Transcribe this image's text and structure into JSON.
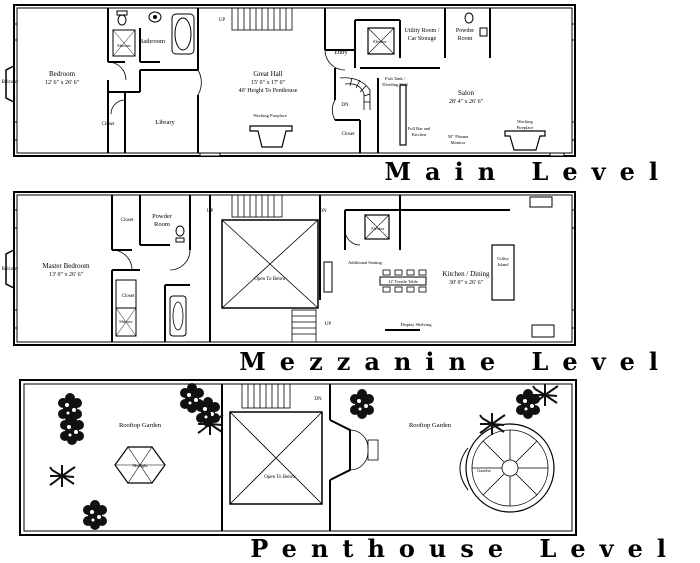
{
  "main_level": {
    "title": "Main Level",
    "rooms": {
      "balcony": "Balcony",
      "bedroom_name": "Bedroom",
      "bedroom_dims": "12' 6\" x 26' 6\"",
      "bathroom": "Bathroom",
      "shower": "Shower",
      "closet_1": "Closet",
      "library": "Library",
      "up": "UP",
      "great_hall_name": "Great Hall",
      "great_hall_dims": "15' 0\" x 17' 0\"",
      "great_hall_note": "40' Height To Penthouse",
      "working_fireplace_1": "Working Fireplace",
      "entry": "Entry",
      "elevator": "Elevator",
      "utility_room_1": "Utility Room /",
      "utility_room_2": "Car Storage",
      "powder_room_1": "Powder",
      "powder_room_2": "Room",
      "fish_tank_1": "Fish Tank /",
      "fish_tank_2": "Dividing Wall",
      "dn": "DN",
      "closet_2": "Closet",
      "full_bar_1": "Full Bar and",
      "full_bar_2": "Kitchen",
      "plasma_1": "50\" Plasma",
      "plasma_2": "Monitor",
      "salon_name": "Salon",
      "salon_dims": "28' 4\" x 26' 6\"",
      "working_fireplace_2a": "Working",
      "working_fireplace_2b": "Fireplace"
    }
  },
  "mezzanine_level": {
    "title": "Mezzanine Level",
    "rooms": {
      "balcony": "Balcony",
      "master_name": "Master Bedroom",
      "master_dims": "13' 0\" x 26' 6\"",
      "closet_1": "Closet",
      "powder_room_1": "Powder",
      "powder_room_2": "Room",
      "closet_2": "Closet",
      "shower": "Shower",
      "up_1": "UP",
      "dn": "DN",
      "open_to_below": "Open To Below",
      "up_2": "UP",
      "elevator": "Elevator",
      "additional_seating": "Additional Seating",
      "trestle_table": "12' Trestle Table",
      "kitchen_name": "Kitchen / Dining",
      "kitchen_dims": "30' 0\" x 26' 6\"",
      "utility_1": "Utility",
      "utility_2": "Island",
      "display_shelving": "Display Shelving"
    }
  },
  "penthouse_level": {
    "title": "Penthouse Level",
    "rooms": {
      "rooftop_garden_1": "Rooftop Garden",
      "skylight": "Skylight",
      "dn": "DN",
      "open_to_below": "Open To Below",
      "rooftop_garden_2": "Rooftop Garden",
      "gazebo": "Gazebo"
    }
  }
}
